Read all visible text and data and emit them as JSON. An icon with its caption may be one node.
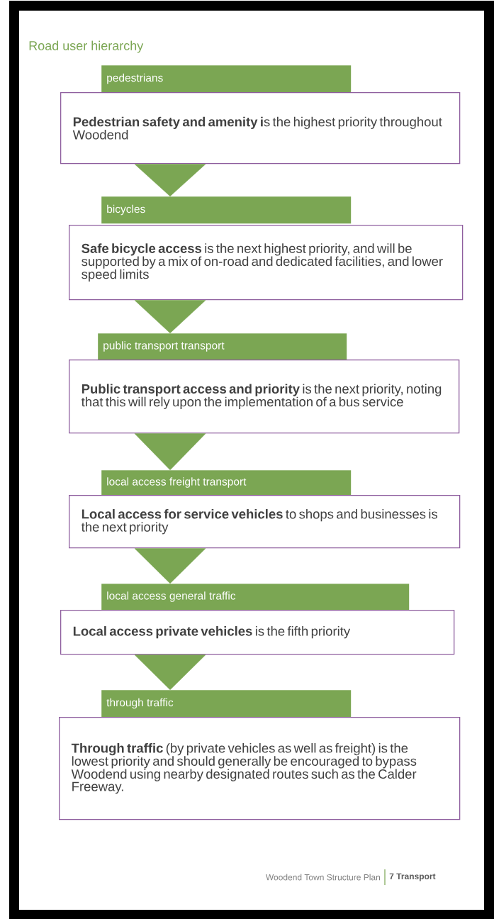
{
  "diagram": {
    "title": "Road user hierarchy",
    "nodes": [
      {
        "text": [
          "pedestrians",
          "**Pedestrian safety and amenity i**s the highest priority throughout Woodend"
        ]
      },
      {
        "text": [
          "bicycles",
          "**Safe bicycle access** is the next highest priority, and will be supported by a mix of on-road and dedicated facilities, and lower speed limits"
        ]
      },
      {
        "text": [
          "public transport transport",
          "**Public transport access and priority** is the next priority, noting that this will rely upon the implementation of a bus service"
        ]
      },
      {
        "text": [
          "local access freight transport",
          "**Local access for service vehicles** to shops and businesses is the next priority"
        ]
      },
      {
        "text": [
          "local access general traffic",
          "**Local access private vehicles** is the fifth priority"
        ]
      },
      {
        "text": [
          "through traffic",
          "**Through traffic** (by private vehicles as well as freight) is the lowest priority and should generally be encouraged to bypass Woodend using nearby designated routes such as the Calder Freeway."
        ]
      }
    ],
    "edges": [
      {
        "from": 0,
        "to": 1,
        "arrow": "to"
      },
      {
        "from": 1,
        "to": 2,
        "arrow": "to"
      },
      {
        "from": 2,
        "to": 3,
        "arrow": "to"
      },
      {
        "from": 3,
        "to": 4,
        "arrow": "to"
      },
      {
        "from": 4,
        "to": 5,
        "arrow": "to"
      }
    ],
    "labels": [
      "Woodend Town Structure Plan",
      "7 Transport"
    ]
  }
}
